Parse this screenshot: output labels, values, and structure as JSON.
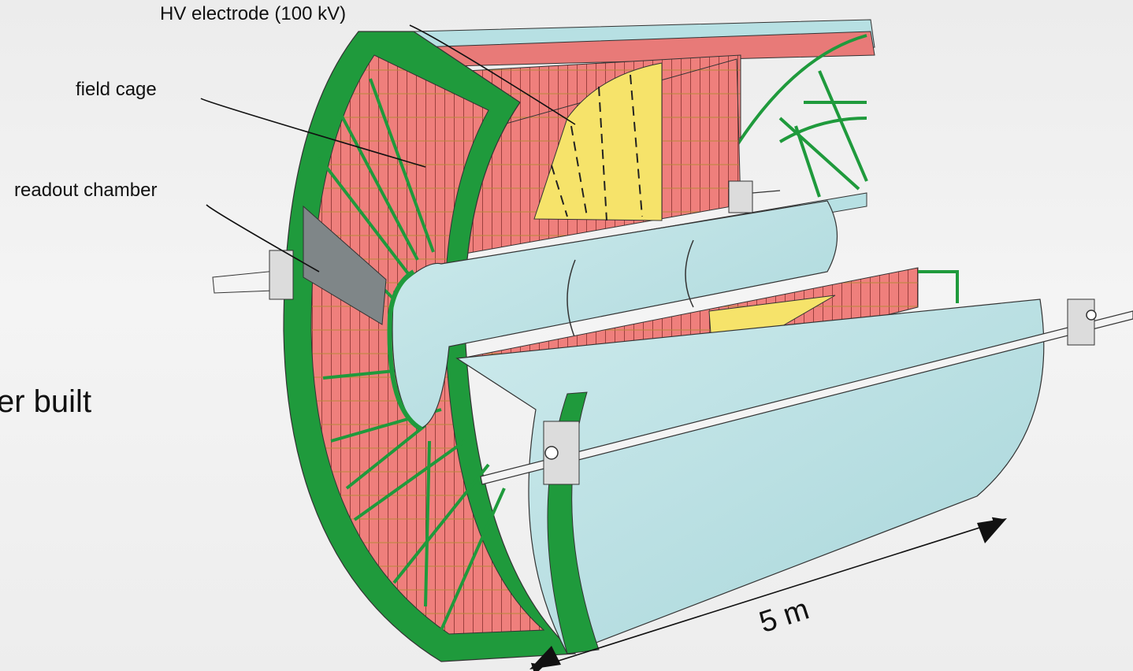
{
  "labels": {
    "hv_electrode": "HV electrode (100 kV)",
    "field_cage": "field cage",
    "readout_chamber": "readout chamber",
    "slide_text": "er built",
    "length": "5 m"
  },
  "colors": {
    "frame_green": "#1f9a3c",
    "field_cage_pink": "#ef7f7c",
    "electrode_yellow": "#f6e36a",
    "vessel_cyan": "#b7e0e3",
    "readout_gray": "#7f8688"
  }
}
